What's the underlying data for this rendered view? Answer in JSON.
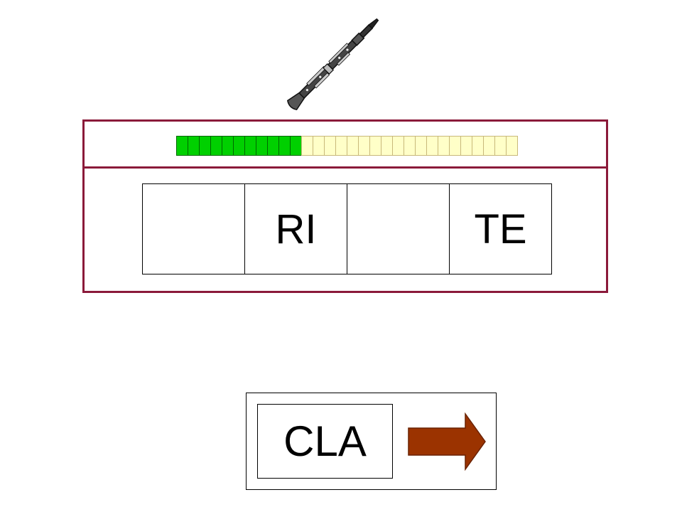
{
  "picture": {
    "icon": "clarinet-icon"
  },
  "progress": {
    "completed": 11,
    "total": 30,
    "done_color": "#00d000",
    "todo_color": "#ffffc8"
  },
  "slots": [
    "",
    "RI",
    "",
    "TE"
  ],
  "answer": {
    "syllable": "CLA",
    "next_icon": "arrow-right-icon",
    "arrow_color": "#9b3300"
  },
  "colors": {
    "panel_border": "#8b1a3a"
  }
}
